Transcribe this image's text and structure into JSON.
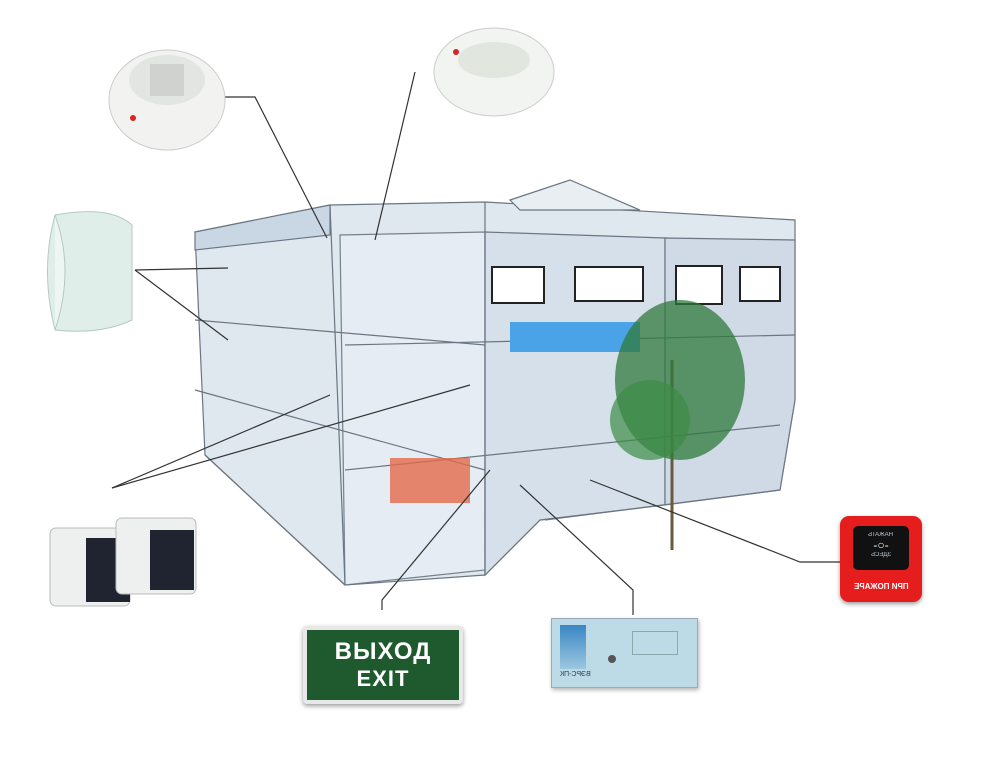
{
  "title": "Fire alarm and evacuation system in a building",
  "exit_sign": {
    "line1": "ВЫХОД",
    "line2": "EXIT"
  },
  "call_point": {
    "window_top": "НАЖАТЬ",
    "window_bottom": "ЗДЕСЬ",
    "caption": "ПРИ ПОЖАРЕ"
  },
  "control_panel": {
    "name": "ВЭРС-ПК"
  },
  "colors": {
    "glass": "#c9d6e4",
    "frame": "#6b7683",
    "tree": "#2f7a3b",
    "red": "#e51d1d",
    "exit_green": "#1f5a2e"
  }
}
